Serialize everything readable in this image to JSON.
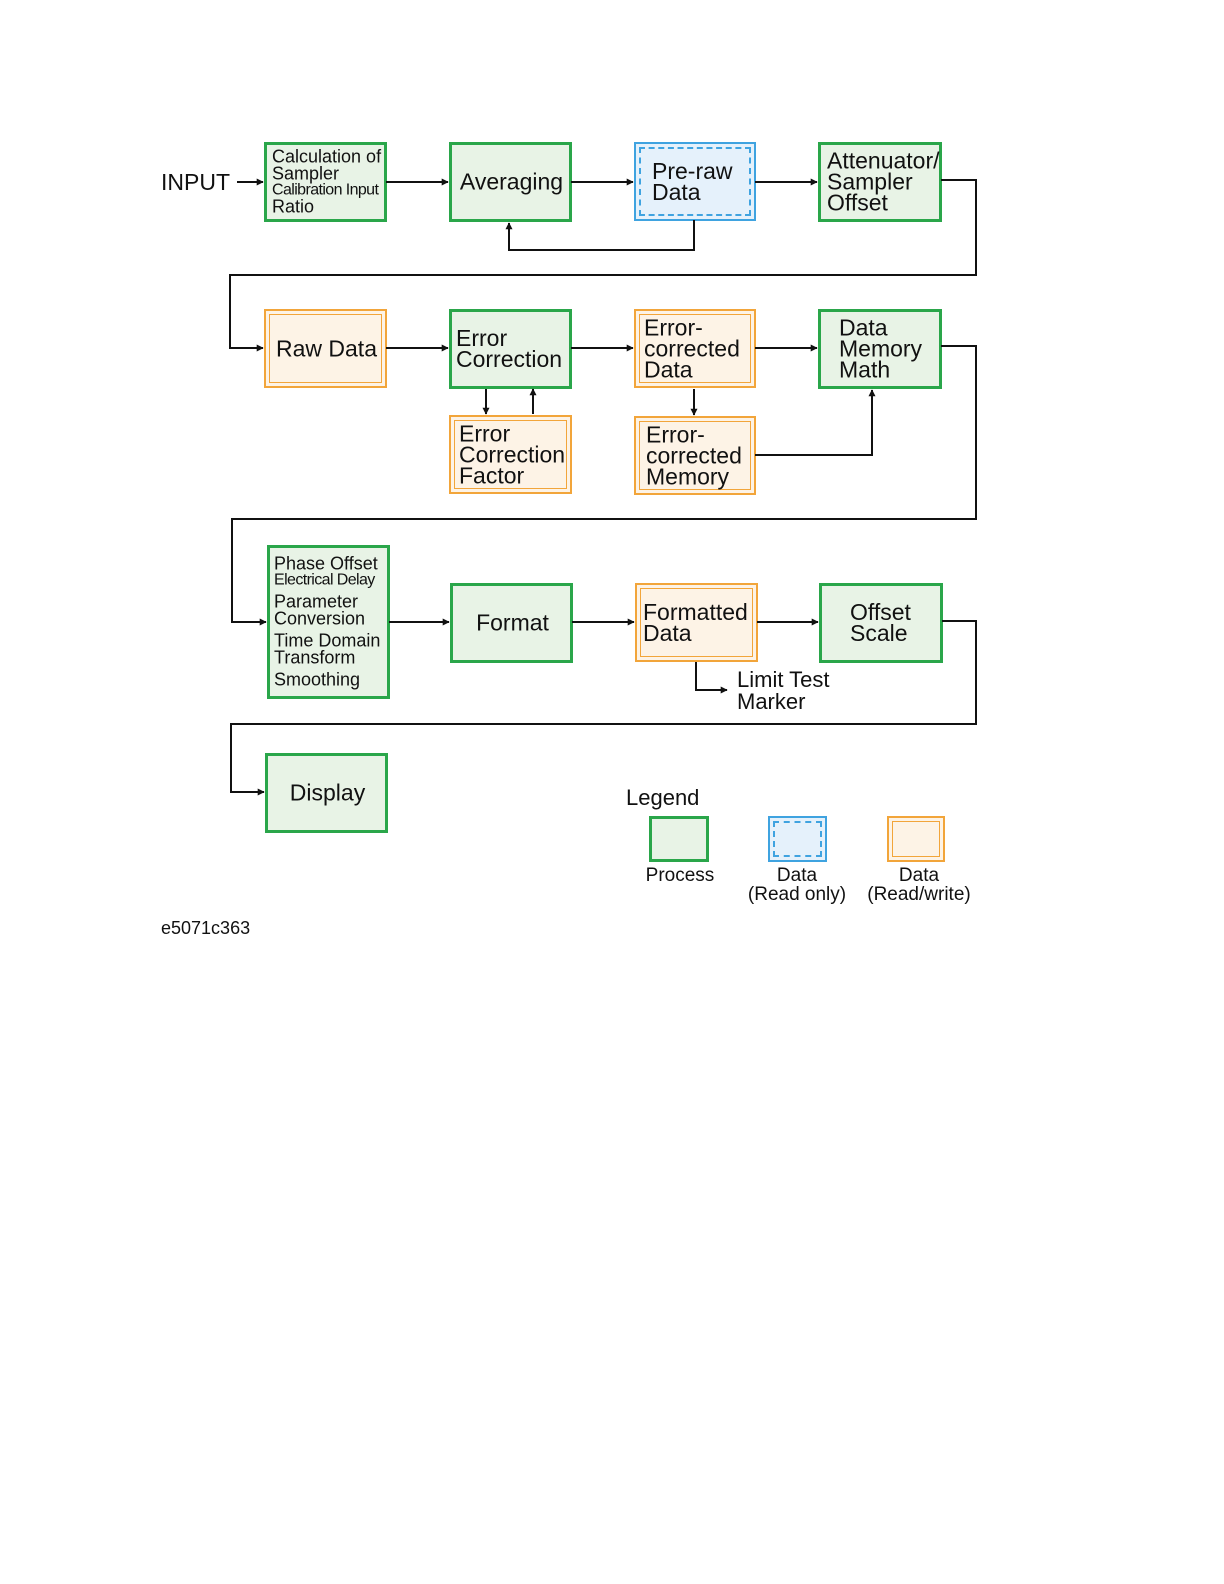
{
  "input_label": "INPUT",
  "boxes": {
    "calc": [
      "Calculation of",
      "Sampler",
      "Calibration Input",
      "Ratio"
    ],
    "averaging": [
      "Averaging"
    ],
    "preraw": [
      "Pre-raw",
      "Data"
    ],
    "attenuator": [
      "Attenuator/",
      "Sampler",
      "Offset"
    ],
    "rawdata": [
      "Raw Data"
    ],
    "errcorr": [
      "Error",
      "Correction"
    ],
    "errcorr_data": [
      "Error-",
      "corrected",
      "Data"
    ],
    "datamem": [
      "Data",
      "Memory",
      "Math"
    ],
    "errcorr_factor": [
      "Error",
      "Correction",
      "Factor"
    ],
    "errcorr_mem": [
      "Error-",
      "corrected",
      "Memory"
    ],
    "phase": [
      "Phase Offset",
      "Electrical Delay",
      "Parameter",
      "Conversion",
      "Time Domain",
      "Transform",
      "Smoothing"
    ],
    "format": [
      "Format"
    ],
    "formatted": [
      "Formatted",
      "Data"
    ],
    "offset": [
      "Offset",
      "Scale"
    ],
    "display": [
      "Display"
    ]
  },
  "limit_label": [
    "Limit Test",
    "Marker"
  ],
  "legend": {
    "title": "Legend",
    "process": "Process",
    "read_only": [
      "Data",
      "(Read only)"
    ],
    "read_write": [
      "Data",
      "(Read/write)"
    ]
  },
  "figure_id": "e5071c363",
  "colors": {
    "process_border": "#2aa64a",
    "process_fill": "#e8f3e6",
    "read_only_border": "#3fa3e0",
    "read_only_fill": "#e5f1fb",
    "read_write_border": "#f2a53a",
    "read_write_fill": "#fdf3e6"
  }
}
